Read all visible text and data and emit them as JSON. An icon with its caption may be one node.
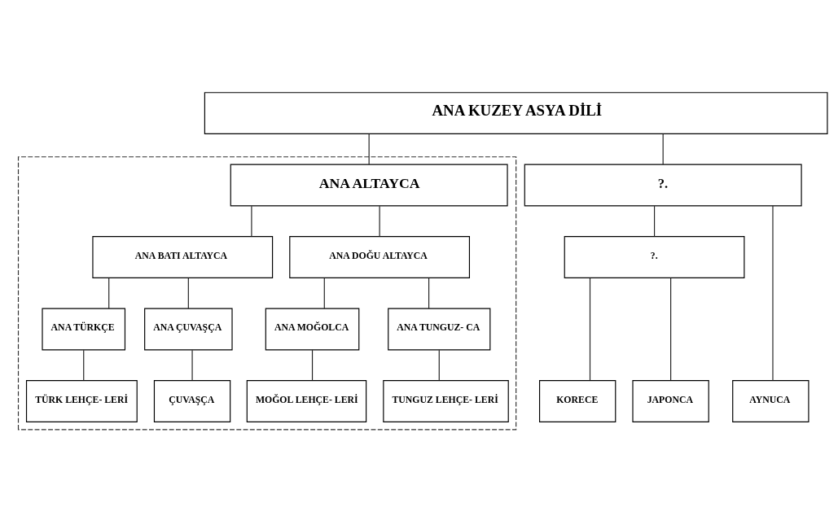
{
  "diagram": {
    "nodes": [
      {
        "text": [
          "ANA KUZEY ASYA DİLİ"
        ]
      },
      {
        "text": [],
        "shape": "box"
      },
      {
        "text": [
          "ANA ALTAYCA"
        ],
        "in": 1
      },
      {
        "text": [
          "?."
        ]
      },
      {
        "text": [
          "ANA BATI ALTAYCA"
        ],
        "in": 1
      },
      {
        "text": [
          "ANA DOĞU ALTAYCA"
        ],
        "in": 1
      },
      {
        "text": [
          "?."
        ]
      },
      {
        "text": [
          "ANA TÜRKÇE"
        ],
        "in": 1
      },
      {
        "text": [
          "ANA ÇUVAŞÇA"
        ],
        "in": 1
      },
      {
        "text": [
          "ANA MOĞOLCA"
        ],
        "in": 1
      },
      {
        "text": [
          "ANA TUNGUZ- CA"
        ],
        "in": 1
      },
      {
        "text": [
          "TÜRK LEHÇE- LERİ"
        ],
        "in": 1
      },
      {
        "text": [
          "ÇUVAŞÇA"
        ],
        "in": 1
      },
      {
        "text": [
          "MOĞOL LEHÇE- LERİ"
        ],
        "in": 1
      },
      {
        "text": [
          "TUNGUZ LEHÇE- LERİ"
        ],
        "in": 1
      },
      {
        "text": [
          "KORECE"
        ]
      },
      {
        "text": [
          "JAPONCA"
        ]
      },
      {
        "text": [
          "AYNUCA"
        ]
      }
    ],
    "edges": [
      {
        "from": 0,
        "to": 2,
        "arrow": "none"
      },
      {
        "from": 0,
        "to": 3,
        "arrow": "none"
      },
      {
        "from": 2,
        "to": 4,
        "arrow": "none"
      },
      {
        "from": 2,
        "to": 5,
        "arrow": "none"
      },
      {
        "from": 3,
        "to": 6,
        "arrow": "none"
      },
      {
        "from": 3,
        "to": 17,
        "arrow": "none"
      },
      {
        "from": 4,
        "to": 7,
        "arrow": "none"
      },
      {
        "from": 4,
        "to": 8,
        "arrow": "none"
      },
      {
        "from": 5,
        "to": 9,
        "arrow": "none"
      },
      {
        "from": 5,
        "to": 10,
        "arrow": "none"
      },
      {
        "from": 6,
        "to": 15,
        "arrow": "none"
      },
      {
        "from": 6,
        "to": 16,
        "arrow": "none"
      },
      {
        "from": 7,
        "to": 11,
        "arrow": "none"
      },
      {
        "from": 8,
        "to": 12,
        "arrow": "none"
      },
      {
        "from": 9,
        "to": 13,
        "arrow": "none"
      },
      {
        "from": 10,
        "to": 14,
        "arrow": "none"
      }
    ]
  }
}
